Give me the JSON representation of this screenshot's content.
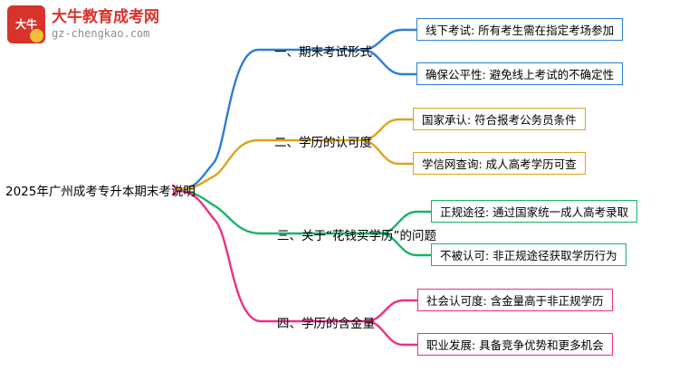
{
  "logo": {
    "mark_text": "大牛",
    "title": "大牛教育成考网",
    "subtitle": "gz-chengkao.com"
  },
  "mindmap": {
    "root": "2025年广州成考专升本期末考说明",
    "branches": [
      {
        "label": "一、期末考试形式",
        "color": "#2b7fd4",
        "leaves": [
          "线下考试: 所有考生需在指定考场参加",
          "确保公平性: 避免线上考试的不确定性"
        ]
      },
      {
        "label": "二、学历的认可度",
        "color": "#e0a21a",
        "leaves": [
          "国家承认: 符合报考公务员条件",
          "学信网查询: 成人高考学历可查"
        ]
      },
      {
        "label": "三、关于“花钱买学历”的问题",
        "color": "#17b36a",
        "leaves": [
          "正规途径: 通过国家统一成人高考录取",
          "不被认可: 非正规途径获取学历行为"
        ]
      },
      {
        "label": "四、学历的含金量",
        "color": "#ef2f86",
        "leaves": [
          "社会认可度: 含金量高于非正规学历",
          "职业发展: 具备竞争优势和更多机会"
        ]
      }
    ]
  }
}
